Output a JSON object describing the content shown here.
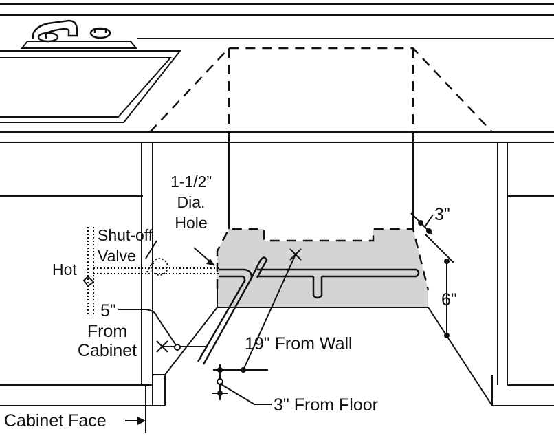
{
  "labels": {
    "hole_line1": "1-1/2”",
    "hole_line2": "Dia.",
    "hole_line3": "Hole",
    "shutoff_line1": "Shut-off",
    "shutoff_line2": "Valve",
    "hot": "Hot",
    "five_in": "5\"",
    "from_line": "From",
    "cabinet_line": "Cabinet",
    "three_in_top": "3\"",
    "six_in": "6\"",
    "from_wall": "19\" From Wall",
    "from_floor": "3\" From Floor",
    "cabinet_face": "Cabinet Face"
  },
  "colors": {
    "line": "#111111",
    "shaded_area": "#d4d4d4",
    "background": "#ffffff"
  }
}
